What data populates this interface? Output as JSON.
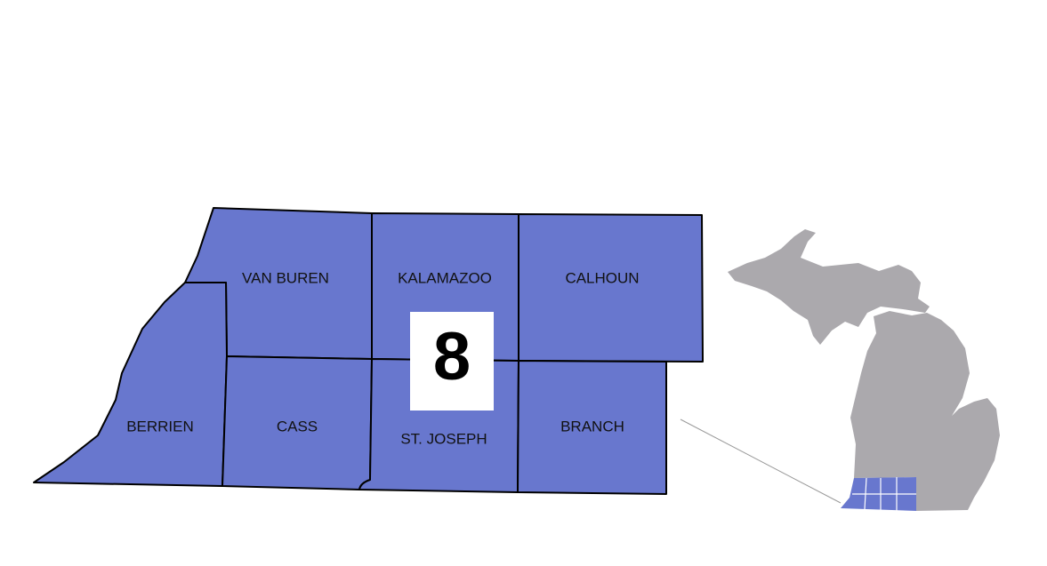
{
  "region": {
    "number": "8",
    "fill_color": "#6877CE",
    "border_color": "#000000",
    "counties": [
      {
        "key": "van_buren",
        "label": "VAN BUREN"
      },
      {
        "key": "kalamazoo",
        "label": "KALAMAZOO"
      },
      {
        "key": "calhoun",
        "label": "CALHOUN"
      },
      {
        "key": "berrien",
        "label": "BERRIEN"
      },
      {
        "key": "cass",
        "label": "CASS"
      },
      {
        "key": "st_joseph",
        "label": "ST. JOSEPH"
      },
      {
        "key": "branch",
        "label": "BRANCH"
      }
    ]
  },
  "inset": {
    "state_fill": "#ABA9AD",
    "highlight_fill": "#6877CE",
    "leader_color": "#9A9A9A"
  }
}
